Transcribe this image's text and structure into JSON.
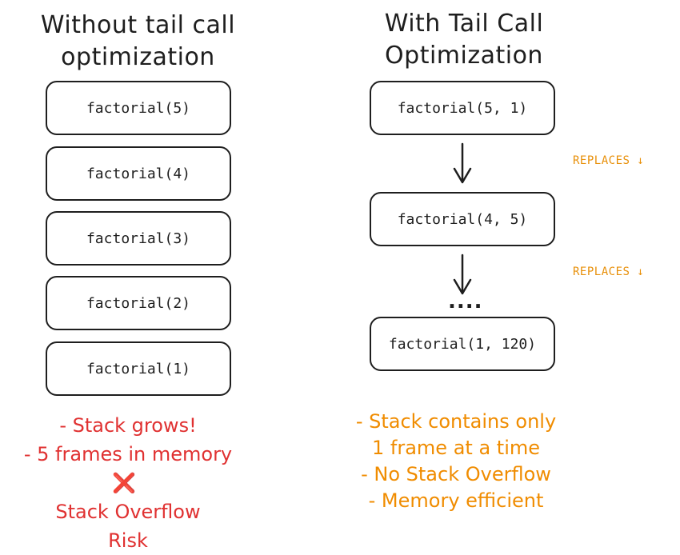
{
  "left": {
    "title_lines": [
      "Without tail call",
      "optimization"
    ],
    "frames": [
      "factorial(5)",
      "factorial(4)",
      "factorial(3)",
      "factorial(2)",
      "factorial(1)"
    ],
    "notes": [
      "- Stack grows!",
      "- 5 frames in memory",
      "Stack Overflow",
      "Risk"
    ],
    "cross_icon": "❌",
    "note_color": "#e03131"
  },
  "right": {
    "title_lines": [
      "With Tail Call",
      "Optimization"
    ],
    "frames": [
      "factorial(5, 1)",
      "factorial(4, 5)",
      "factorial(1, 120)"
    ],
    "replaces_label": "REPLACES ↓",
    "ellipsis": "....",
    "notes": [
      "- Stack contains only",
      "1 frame at a time",
      "- No Stack Overflow",
      "- Memory efficient"
    ],
    "note_color": "#f08c00"
  }
}
